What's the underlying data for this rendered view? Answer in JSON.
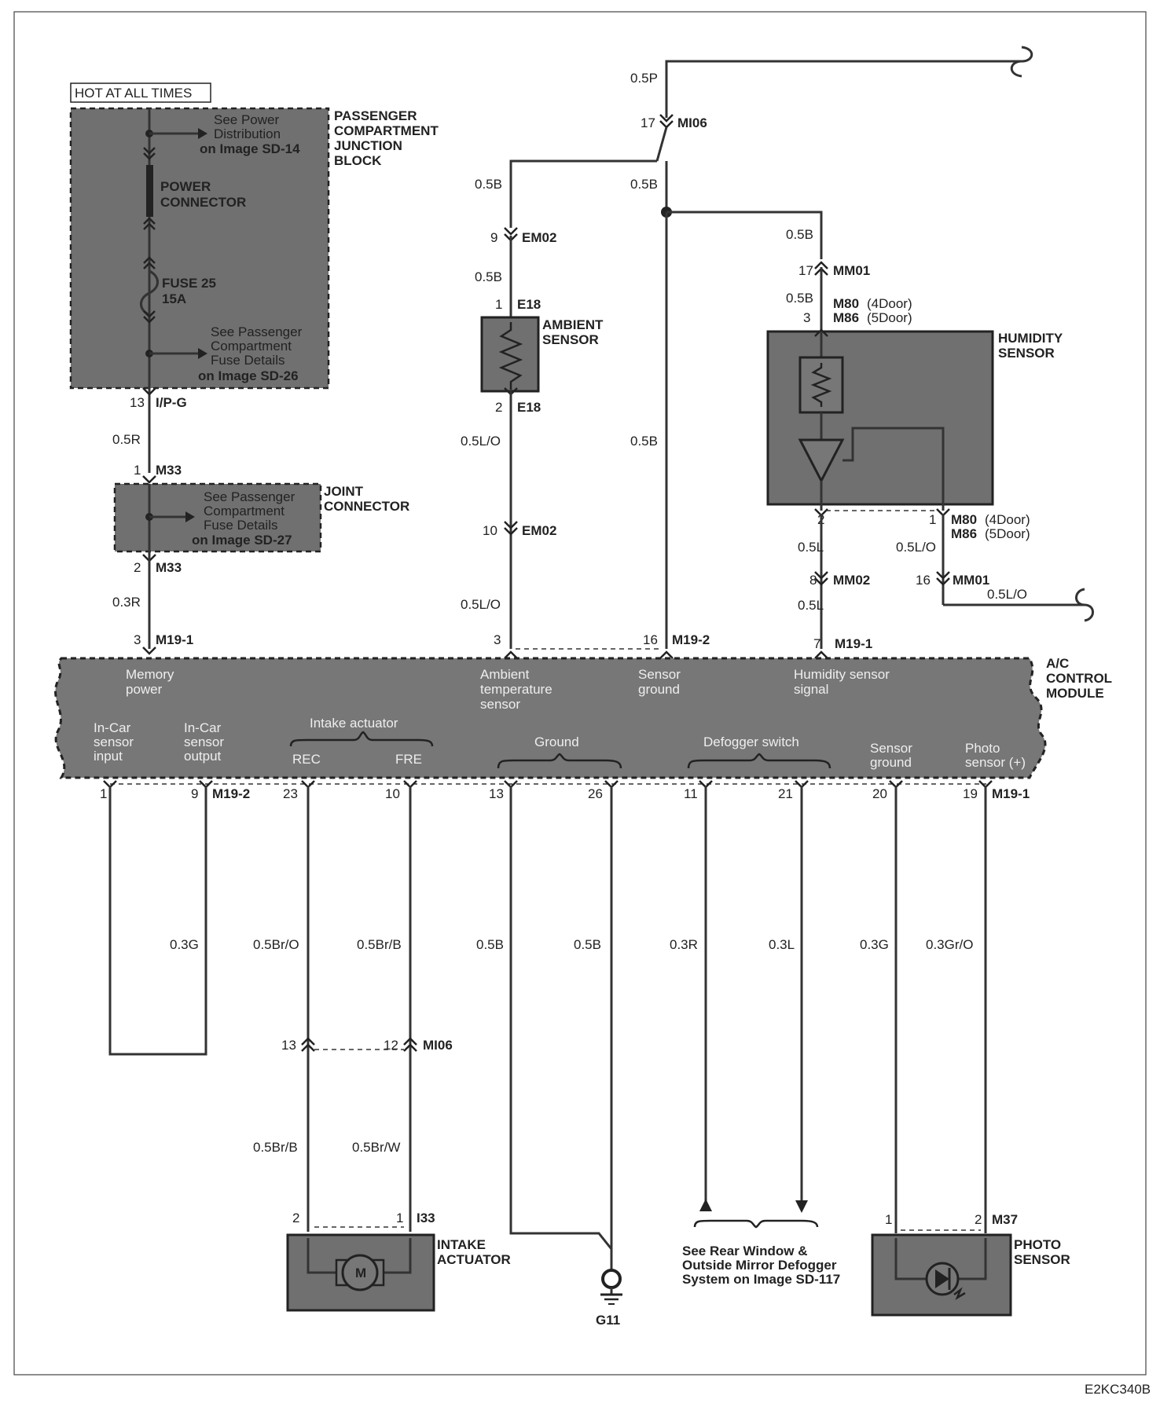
{
  "hot_label": "HOT AT ALL TIMES",
  "pcjb": {
    "title": [
      "PASSENGER",
      "COMPARTMENT",
      "JUNCTION",
      "BLOCK"
    ],
    "power_ref": [
      "See Power",
      "Distribution",
      "on Image SD-14"
    ],
    "power_connector": [
      "POWER",
      "CONNECTOR"
    ],
    "fuse": [
      "FUSE 25",
      "15A"
    ],
    "fuse_ref": [
      "See Passenger",
      "Compartment",
      "Fuse Details",
      "on Image SD-26"
    ]
  },
  "joint_connector": {
    "title": [
      "JOINT",
      "CONNECTOR"
    ],
    "ref": [
      "See Passenger",
      "Compartment",
      "Fuse Details",
      "on Image SD-27"
    ]
  },
  "ambient_sensor": {
    "title": [
      "AMBIENT",
      "SENSOR"
    ]
  },
  "humidity_sensor": {
    "title": [
      "HUMIDITY",
      "SENSOR"
    ]
  },
  "module": {
    "title": [
      "A/C",
      "CONTROL",
      "MODULE"
    ],
    "memory_power": [
      "Memory",
      "power"
    ],
    "ambient_temp": [
      "Ambient",
      "temperature",
      "sensor"
    ],
    "sensor_ground": [
      "Sensor",
      "ground"
    ],
    "humidity_signal": [
      "Humidity sensor",
      "signal"
    ],
    "incar_input": [
      "In-Car",
      "sensor",
      "input"
    ],
    "incar_output": [
      "In-Car",
      "sensor",
      "output"
    ],
    "intake_actuator": "Intake actuator",
    "rec": "REC",
    "fre": "FRE",
    "ground": "Ground",
    "defogger": "Defogger switch",
    "sensor_ground2": [
      "Sensor",
      "ground"
    ],
    "photo_plus": [
      "Photo",
      "sensor (+)"
    ]
  },
  "intake_actuator": {
    "title": [
      "INTAKE",
      "ACTUATOR"
    ],
    "motor": "M"
  },
  "photo_sensor": {
    "title": [
      "PHOTO",
      "SENSOR"
    ]
  },
  "ground_label": "G11",
  "defogger_ref": [
    "See Rear Window &",
    "Outside Mirror Defogger",
    "System on Image SD-117"
  ],
  "code": "E2KC340B",
  "wires": {
    "p05": "0.5P",
    "b05": "0.5B",
    "r05": "0.5R",
    "r03": "0.3R",
    "lo05": "0.5L/O",
    "l05": "0.5L",
    "g03": "0.3G",
    "bro05": "0.5Br/O",
    "brb05": "0.5Br/B",
    "brw05": "0.5Br/W",
    "l03": "0.3L",
    "gro03": "0.3Gr/O"
  },
  "connectors": {
    "mi06": "MI06",
    "em02": "EM02",
    "e18": "E18",
    "mm01": "MM01",
    "mm02": "MM02",
    "m80": "M80",
    "m86": "M86",
    "door4": "(4Door)",
    "door5": "(5Door)",
    "ipg": "I/P-G",
    "m33": "M33",
    "m19_1": "M19-1",
    "m19_2": "M19-2",
    "i33": "I33",
    "m37": "M37"
  },
  "pins": {
    "p1": "1",
    "p2": "2",
    "p3": "3",
    "p7": "7",
    "p8": "8",
    "p9": "9",
    "p10": "10",
    "p11": "11",
    "p12": "12",
    "p13": "13",
    "p16": "16",
    "p17": "17",
    "p19": "19",
    "p20": "20",
    "p21": "21",
    "p23": "23",
    "p26": "26"
  }
}
